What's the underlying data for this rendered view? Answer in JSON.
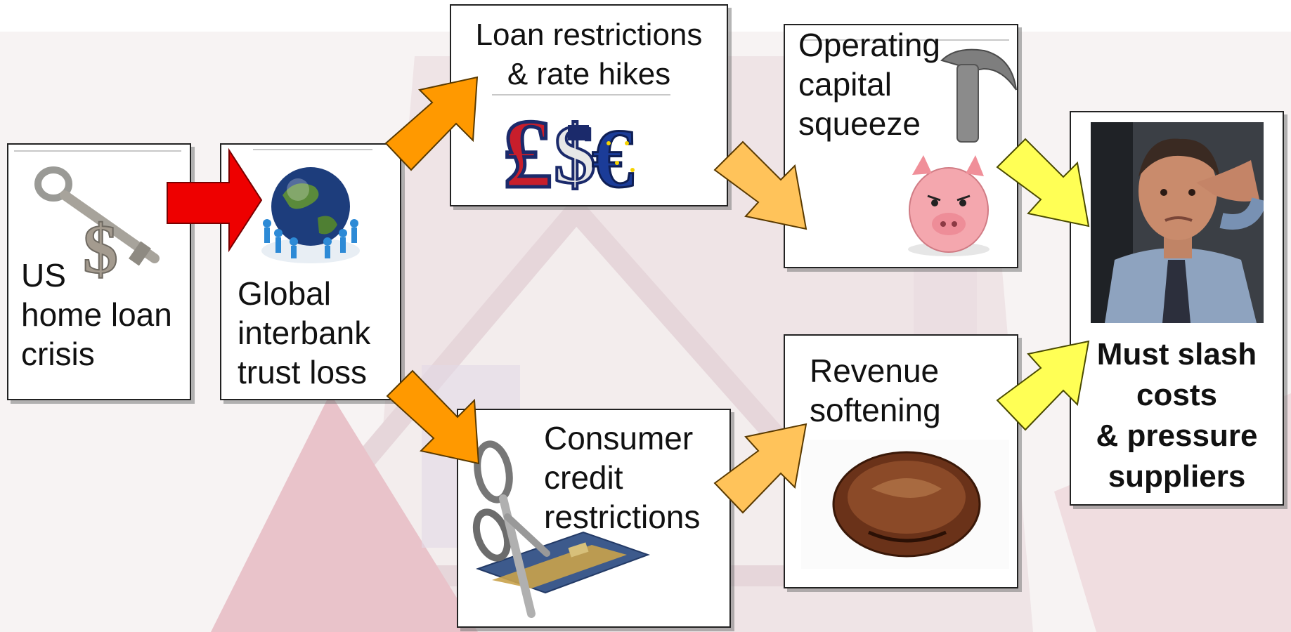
{
  "nodes": {
    "us_crisis": {
      "lines": [
        "US",
        "home loan",
        "crisis"
      ]
    },
    "global_trust": {
      "lines": [
        "Global",
        "interbank",
        "trust loss"
      ]
    },
    "loan_restrictions": {
      "lines": [
        "Loan restrictions",
        "& rate hikes"
      ]
    },
    "operating_capital": {
      "lines": [
        "Operating",
        "capital",
        "squeeze"
      ]
    },
    "consumer_credit": {
      "lines": [
        "Consumer",
        "credit",
        "restrictions"
      ]
    },
    "revenue": {
      "lines": [
        "Revenue",
        "softening"
      ]
    },
    "outcome": {
      "lines": [
        "Must slash",
        "costs",
        "& pressure",
        "suppliers"
      ]
    }
  },
  "colors": {
    "arrow_red": "#ee0000",
    "arrow_orange": "#ff9900",
    "arrow_light_orange": "#ffc35a",
    "arrow_yellow": "#ffff55"
  },
  "icons": [
    "key-dollar-icon",
    "globe-people-icon",
    "currency-symbols-icon",
    "hammer-icon",
    "piggy-bank-icon",
    "scissors-card-icon",
    "penny-icon",
    "stressed-man-photo"
  ]
}
